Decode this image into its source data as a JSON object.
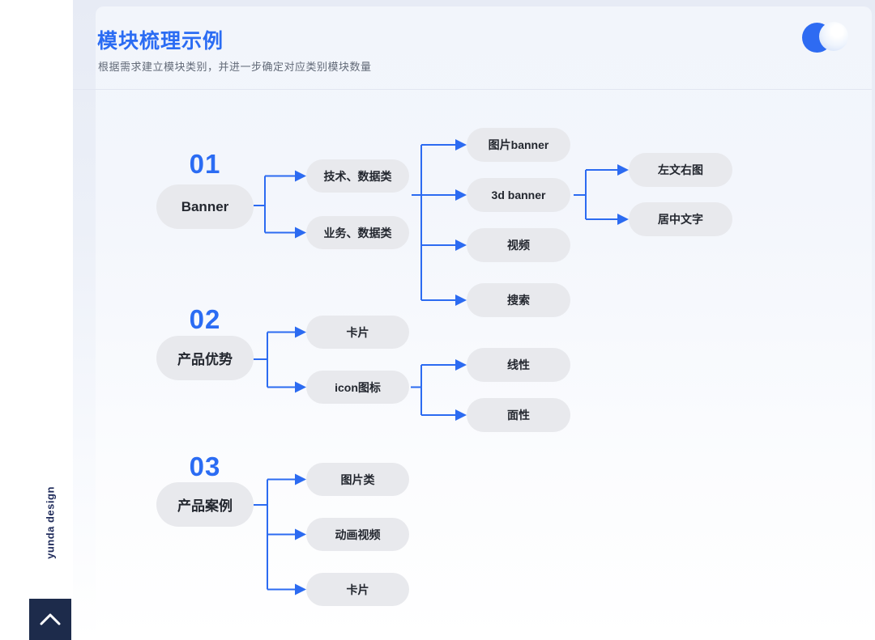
{
  "header": {
    "title": "模块梳理示例",
    "subtitle": "根据需求建立模块类别，并进一步确定对应类别模块数量"
  },
  "branding": {
    "vertical_text": "yunda design"
  },
  "logo": {
    "icon": "overlapping-circles",
    "blue": "#2e6bf2"
  },
  "footer": {
    "back_to_top_icon": "chevron-up"
  },
  "colors": {
    "accent_blue": "#2b6cf3",
    "connector_blue": "#2c6bf1",
    "pill_gray": "#e8e9ed",
    "navy_button": "#1d2b4b",
    "panel_bg": "#f2f5fb"
  },
  "diagram": {
    "sections": [
      {
        "number": "01",
        "root": "Banner",
        "level2": [
          "技术、数据类",
          "业务、数据类"
        ],
        "level3": [
          "图片banner",
          "3d banner",
          "视频",
          "搜索"
        ],
        "level4": [
          "左文右图",
          "居中文字"
        ]
      },
      {
        "number": "02",
        "root": "产品优势",
        "level2": [
          "卡片",
          "icon图标"
        ],
        "level3": [
          "线性",
          "面性"
        ]
      },
      {
        "number": "03",
        "root": "产品案例",
        "level2": [
          "图片类",
          "动画视频",
          "卡片"
        ]
      }
    ]
  }
}
